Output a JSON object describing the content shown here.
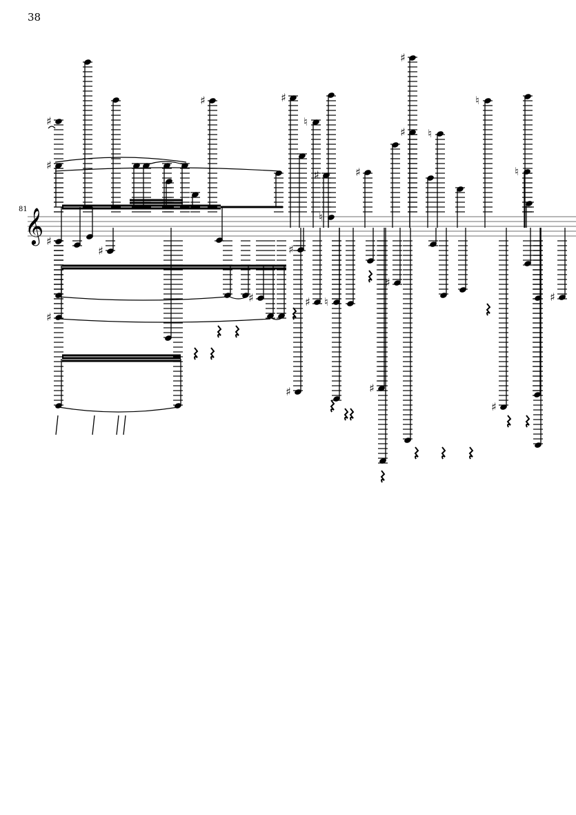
{
  "page": {
    "number": "38"
  },
  "system": {
    "measure_number": "81",
    "clef": "treble"
  },
  "notation": {
    "accidental_sharp": "♯",
    "accidental_natural": "♮",
    "clef_glyph": "𝄞"
  },
  "colors": {
    "ink": "#000000",
    "staff": "#6e6e6e",
    "paper": "#ffffff"
  }
}
